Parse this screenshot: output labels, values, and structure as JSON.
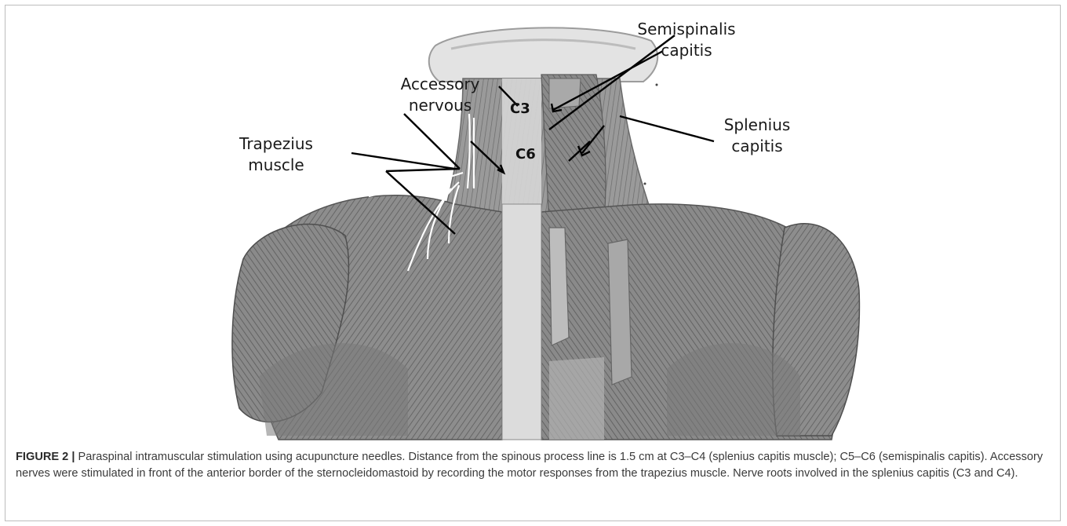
{
  "figure": {
    "labels": {
      "semispinalis_line1": "Semispinalis",
      "semispinalis_line2": "capitis",
      "accessory_line1": "Accessory",
      "accessory_line2": "nervous",
      "trapezius_line1": "Trapezius",
      "trapezius_line2": "muscle",
      "splenius_line1": "Splenius",
      "splenius_line2": "capitis",
      "c3": "C3",
      "c6": "C6"
    },
    "colors": {
      "border": "#bdbdbd",
      "caption_text": "#3a3a3a",
      "illustration_gray": "#8a8a8a"
    }
  },
  "caption": {
    "label": "FIGURE 2 |",
    "text": "Paraspinal intramuscular stimulation using acupuncture needles. Distance from the spinous process line is 1.5 cm at C3–C4 (splenius capitis muscle); C5–C6 (semispinalis capitis). Accessory nerves were stimulated in front of the anterior border of the sternocleidomastoid by recording the motor responses from the trapezius muscle. Nerve roots involved in the splenius capitis (C3 and C4)."
  }
}
